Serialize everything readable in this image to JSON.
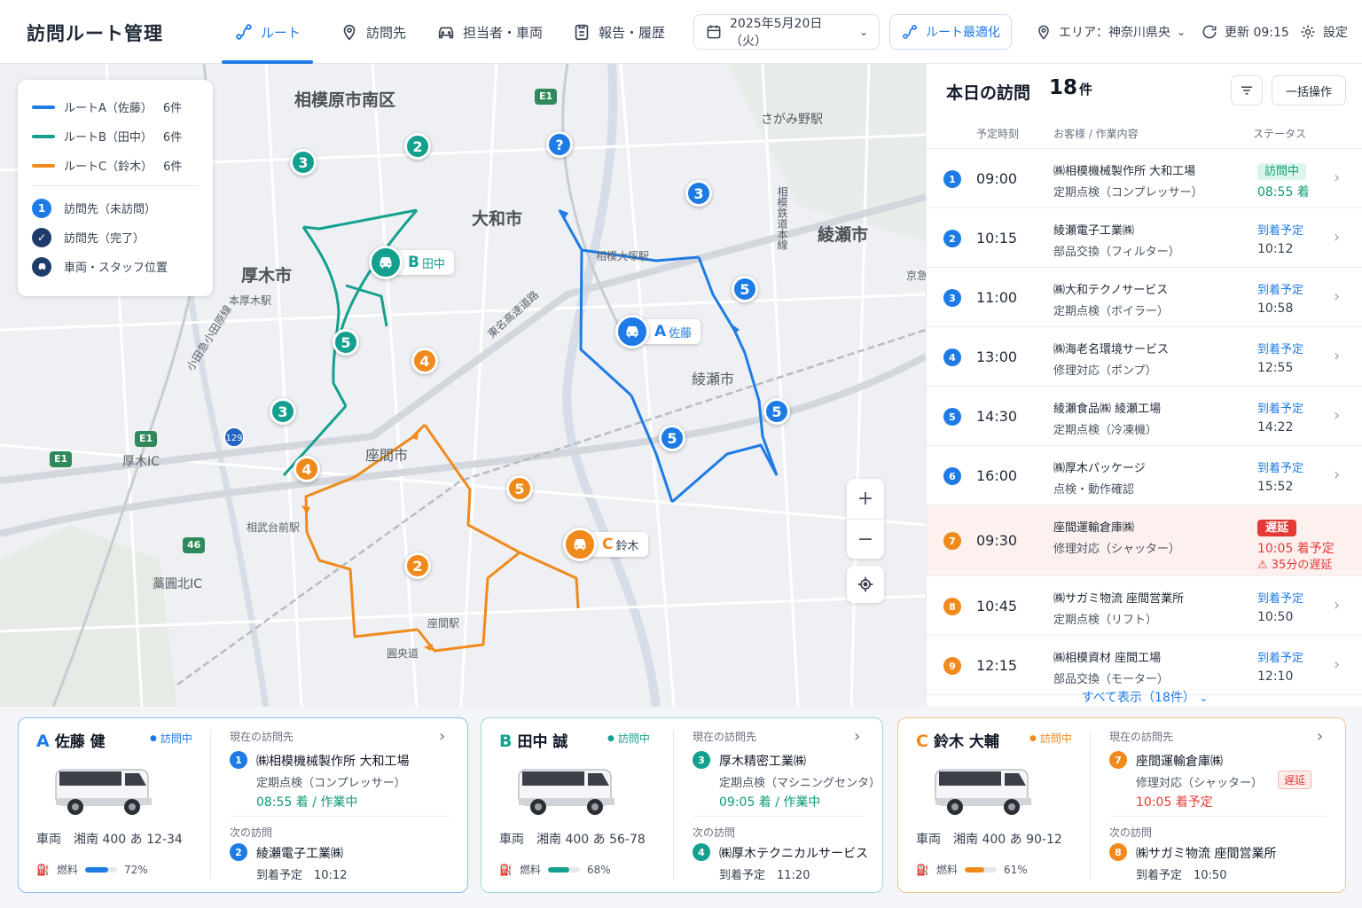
{
  "header": {
    "app_title": "訪問ルート管理",
    "tabs": [
      {
        "label": "ルート",
        "icon": "route-icon",
        "active": true
      },
      {
        "label": "訪問先",
        "icon": "pin-icon"
      },
      {
        "label": "担当者・車両",
        "icon": "car-icon"
      },
      {
        "label": "報告・履歴",
        "icon": "clipboard-icon"
      }
    ],
    "date": "2025年5月20日（火）",
    "optimize_label": "ルート最適化",
    "area": "エリア：神奈川県央",
    "updated": "更新 09:15",
    "settings": "設定"
  },
  "colors": {
    "route_a": "#1e7be6",
    "route_b": "#14a08e",
    "route_c": "#f08a1c",
    "late": "#e53935"
  },
  "legend": {
    "routes": [
      {
        "label": "ルートA（佐藤）",
        "count": "6件"
      },
      {
        "label": "ルートB（田中）",
        "count": "6件"
      },
      {
        "label": "ルートC（鈴木）",
        "count": "6件"
      }
    ],
    "unvisited": "訪問先（未訪問）",
    "unvisited_num": "1",
    "done": "訪問先（完了）",
    "vehicle": "車両・スタッフ位置"
  },
  "map": {
    "labels": {
      "sagamihara": "相模原市南区",
      "yamato": "大和市",
      "ayase": "綾瀬市",
      "atsugi": "厚木市",
      "zama": "座間市",
      "ayase2": "綾瀬市",
      "sagamino": "さがみ野駅",
      "sagami_otsuka": "相模大塚駅",
      "hon_atsugi": "本厚木駅",
      "sobudai": "相武台前駅",
      "zama_st": "座間駅",
      "atsugi_ic": "厚木IC",
      "ebina_ic": "藁圓北IC",
      "tomei": "東名高速道路",
      "odakyu": "小田急小田原線",
      "sotetsu": "相模鉄道本線",
      "park": "圓央道",
      "edge": "京急"
    },
    "road_tags": {
      "e1a": "E1",
      "e1b": "E1",
      "e1c": "E1",
      "r129": "129",
      "r46": "46"
    },
    "vehicles": {
      "a": {
        "letter": "A",
        "name": "佐藤"
      },
      "b": {
        "letter": "B",
        "name": "田中"
      },
      "c": {
        "letter": "C",
        "name": "鈴木"
      }
    },
    "pins": {
      "a": [
        "?",
        "3",
        "5",
        "5",
        "5"
      ],
      "b": [
        "2",
        "3",
        "5",
        "3"
      ],
      "c": [
        "4",
        "4",
        "5",
        "2"
      ]
    }
  },
  "visits": {
    "title": "本日の訪問",
    "count": "18",
    "count_unit": "件",
    "bulk_label": "一括操作",
    "columns": {
      "time": "予定時刻",
      "customer": "お客様 / 作業内容",
      "status": "ステータス"
    },
    "rows": [
      {
        "num": "1",
        "route": "a",
        "time": "09:00",
        "customer": "㈱相模機械製作所 大和工場",
        "task": "定期点検（コンプレッサー）",
        "status": "訪問中",
        "sub": "08:55 着"
      },
      {
        "num": "2",
        "route": "a",
        "time": "10:15",
        "customer": "綾瀬電子工業㈱",
        "task": "部品交換（フィルター）",
        "status": "到着予定",
        "sub": "10:12"
      },
      {
        "num": "3",
        "route": "a",
        "time": "11:00",
        "customer": "㈱大和テクノサービス",
        "task": "定期点検（ボイラー）",
        "status": "到着予定",
        "sub": "10:58"
      },
      {
        "num": "4",
        "route": "a",
        "time": "13:00",
        "customer": "㈱海老名環境サービス",
        "task": "修理対応（ポンプ）",
        "status": "到着予定",
        "sub": "12:55"
      },
      {
        "num": "5",
        "route": "a",
        "time": "14:30",
        "customer": "綾瀬食品㈱ 綾瀬工場",
        "task": "定期点検（冷凍機）",
        "status": "到着予定",
        "sub": "14:22"
      },
      {
        "num": "6",
        "route": "a",
        "time": "16:00",
        "customer": "㈱厚木パッケージ",
        "task": "点検・動作確認",
        "status": "到着予定",
        "sub": "15:52"
      },
      {
        "num": "7",
        "route": "c",
        "time": "09:30",
        "customer": "座間運輸倉庫㈱",
        "task": "修理対応（シャッター）",
        "status": "遅延",
        "sub": "10:05 着予定",
        "note": "⚠ 35分の遅延"
      },
      {
        "num": "8",
        "route": "c",
        "time": "10:45",
        "customer": "㈱サガミ物流 座間営業所",
        "task": "定期点検（リフト）",
        "status": "到着予定",
        "sub": "10:50"
      },
      {
        "num": "9",
        "route": "c",
        "time": "12:15",
        "customer": "㈱相模資材 座間工場",
        "task": "部品交換（モーター）",
        "status": "到着予定",
        "sub": "12:10"
      }
    ],
    "show_all": "すべて表示（18件）"
  },
  "staff_cards": [
    {
      "letter": "A",
      "name": "佐藤 健",
      "status": "訪問中",
      "vehicle_label": "車両",
      "plate": "湘南 400 あ 12-34",
      "fuel_label": "燃料",
      "fuel_pct": 72,
      "fuel_text": "72%",
      "current_label": "現在の訪問先",
      "current_num": "1",
      "current_name": "㈱相模機械製作所 大和工場",
      "current_task": "定期点検（コンプレッサー）",
      "current_time": "08:55 着 / 作業中",
      "next_label": "次の訪問",
      "next_num": "2",
      "next_name": "綾瀬電子工業㈱",
      "next_time": "到着予定　10:12"
    },
    {
      "letter": "B",
      "name": "田中 誠",
      "status": "訪問中",
      "vehicle_label": "車両",
      "plate": "湘南 400 あ 56-78",
      "fuel_label": "燃料",
      "fuel_pct": 68,
      "fuel_text": "68%",
      "current_label": "現在の訪問先",
      "current_num": "3",
      "current_name": "厚木精密工業㈱",
      "current_task": "定期点検（マシニングセンタ）",
      "current_time": "09:05 着 / 作業中",
      "next_label": "次の訪問",
      "next_num": "4",
      "next_name": "㈱厚木テクニカルサービス",
      "next_time": "到着予定　11:20"
    },
    {
      "letter": "C",
      "name": "鈴木 大輔",
      "status": "訪問中",
      "vehicle_label": "車両",
      "plate": "湘南 400 あ 90-12",
      "fuel_label": "燃料",
      "fuel_pct": 61,
      "fuel_text": "61%",
      "current_label": "現在の訪問先",
      "current_num": "7",
      "current_name": "座間運輸倉庫㈱",
      "current_task": "修理対応（シャッター）",
      "current_badge": "遅延",
      "current_time": "10:05 着予定",
      "next_label": "次の訪問",
      "next_num": "8",
      "next_name": "㈱サガミ物流 座間営業所",
      "next_time": "到着予定　10:50"
    }
  ]
}
